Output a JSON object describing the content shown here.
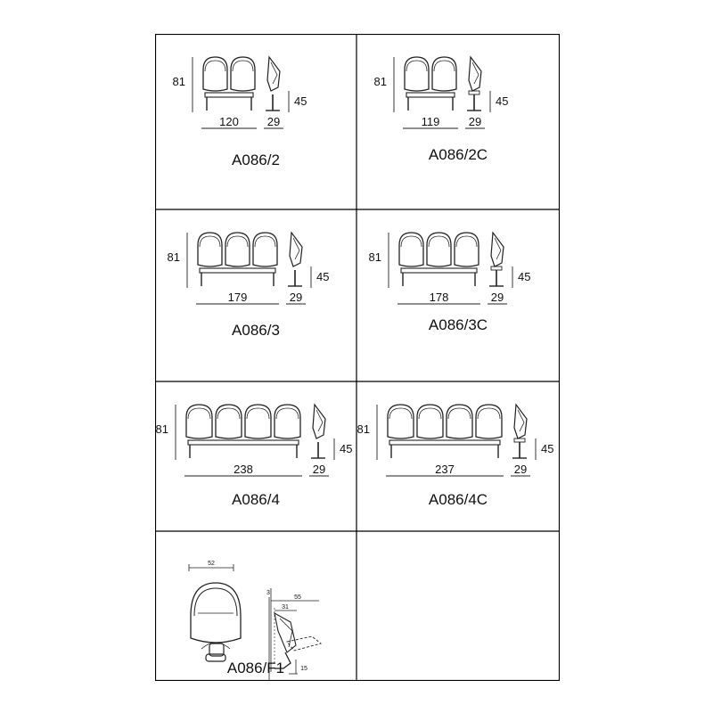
{
  "cells": [
    {
      "model": "A086/2",
      "seats": 2,
      "length": "120",
      "height": "81",
      "seat_height": "45",
      "depth": "29",
      "console": false
    },
    {
      "model": "A086/2C",
      "seats": 2,
      "length": "119",
      "height": "81",
      "seat_height": "45",
      "depth": "29",
      "console": true
    },
    {
      "model": "A086/3",
      "seats": 3,
      "length": "179",
      "height": "81",
      "seat_height": "45",
      "depth": "29",
      "console": false
    },
    {
      "model": "A086/3C",
      "seats": 3,
      "length": "178",
      "height": "81",
      "seat_height": "45",
      "depth": "29",
      "console": true
    },
    {
      "model": "A086/4",
      "seats": 4,
      "length": "238",
      "height": "81",
      "seat_height": "45",
      "depth": "29",
      "console": false
    },
    {
      "model": "A086/4C",
      "seats": 4,
      "length": "237",
      "height": "81",
      "seat_height": "45",
      "depth": "29",
      "console": true
    }
  ],
  "detail": {
    "model": "A086/F1",
    "width": "52",
    "dim_top": "3",
    "dim_depth": "55",
    "dim_mid": "31",
    "dim_small": "15"
  },
  "colors": {
    "line": "#222222",
    "border": "#000000"
  }
}
